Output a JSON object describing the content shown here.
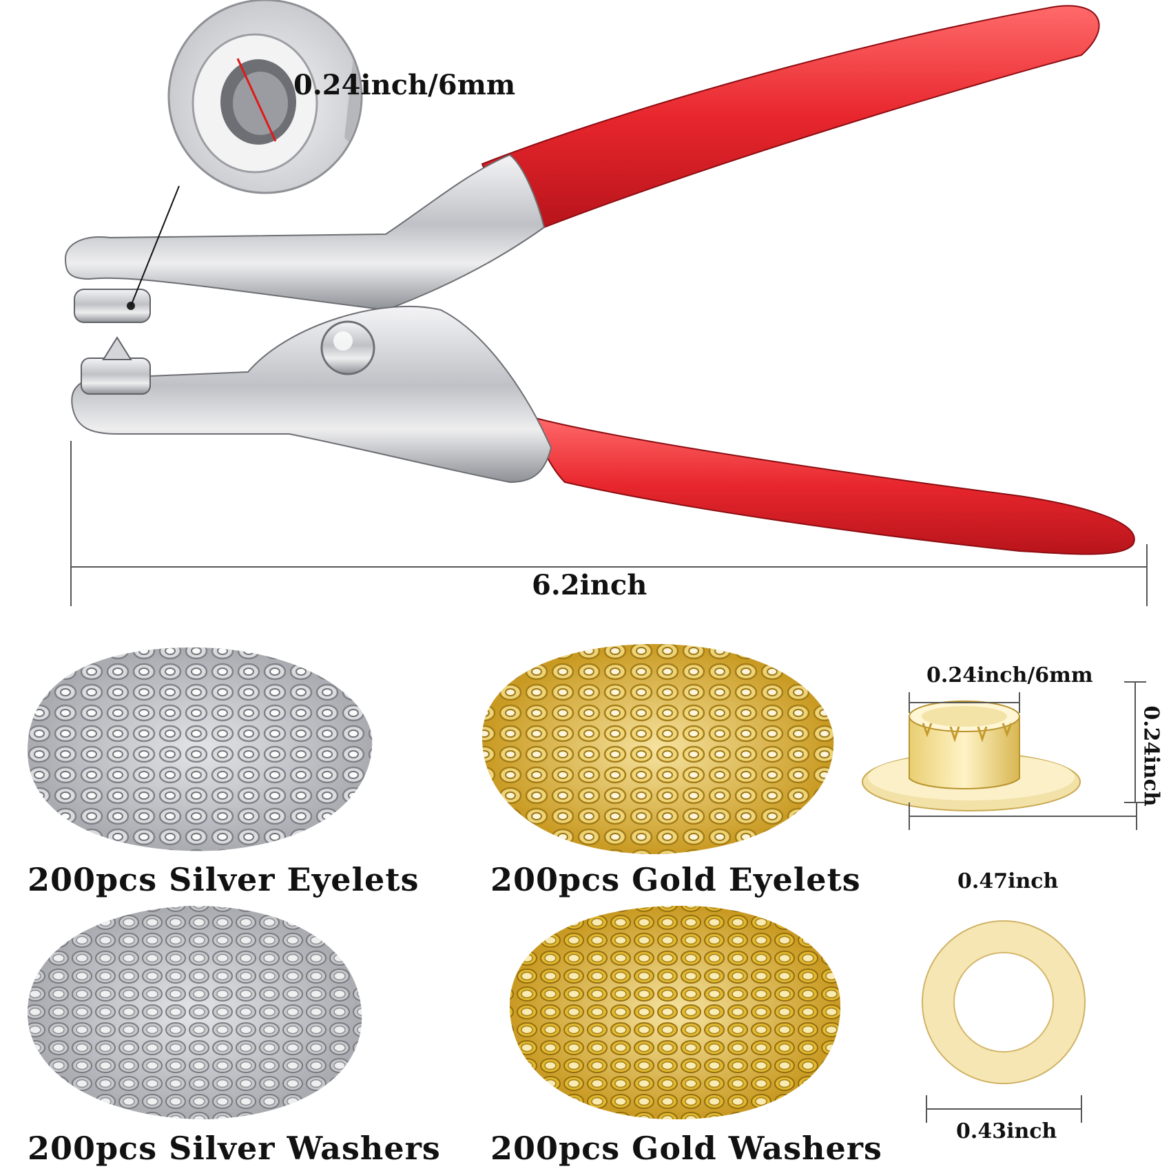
{
  "plier": {
    "hole_label": "0.24inch/6mm",
    "length_label": "6.2inch"
  },
  "products": {
    "silver_eyelets": "200pcs Silver Eyelets",
    "gold_eyelets": "200pcs Gold Eyelets",
    "silver_washers": "200pcs Silver Washers",
    "gold_washers": "200pcs Gold Washers"
  },
  "eyelet_dims": {
    "inner": "0.24inch/6mm",
    "height": "0.24inch",
    "outer": "0.47inch"
  },
  "washer_dims": {
    "outer": "0.43inch"
  },
  "colors": {
    "handle_red": "#e8262d",
    "silver": "#c8c8cc",
    "gold": "#d9b440"
  }
}
